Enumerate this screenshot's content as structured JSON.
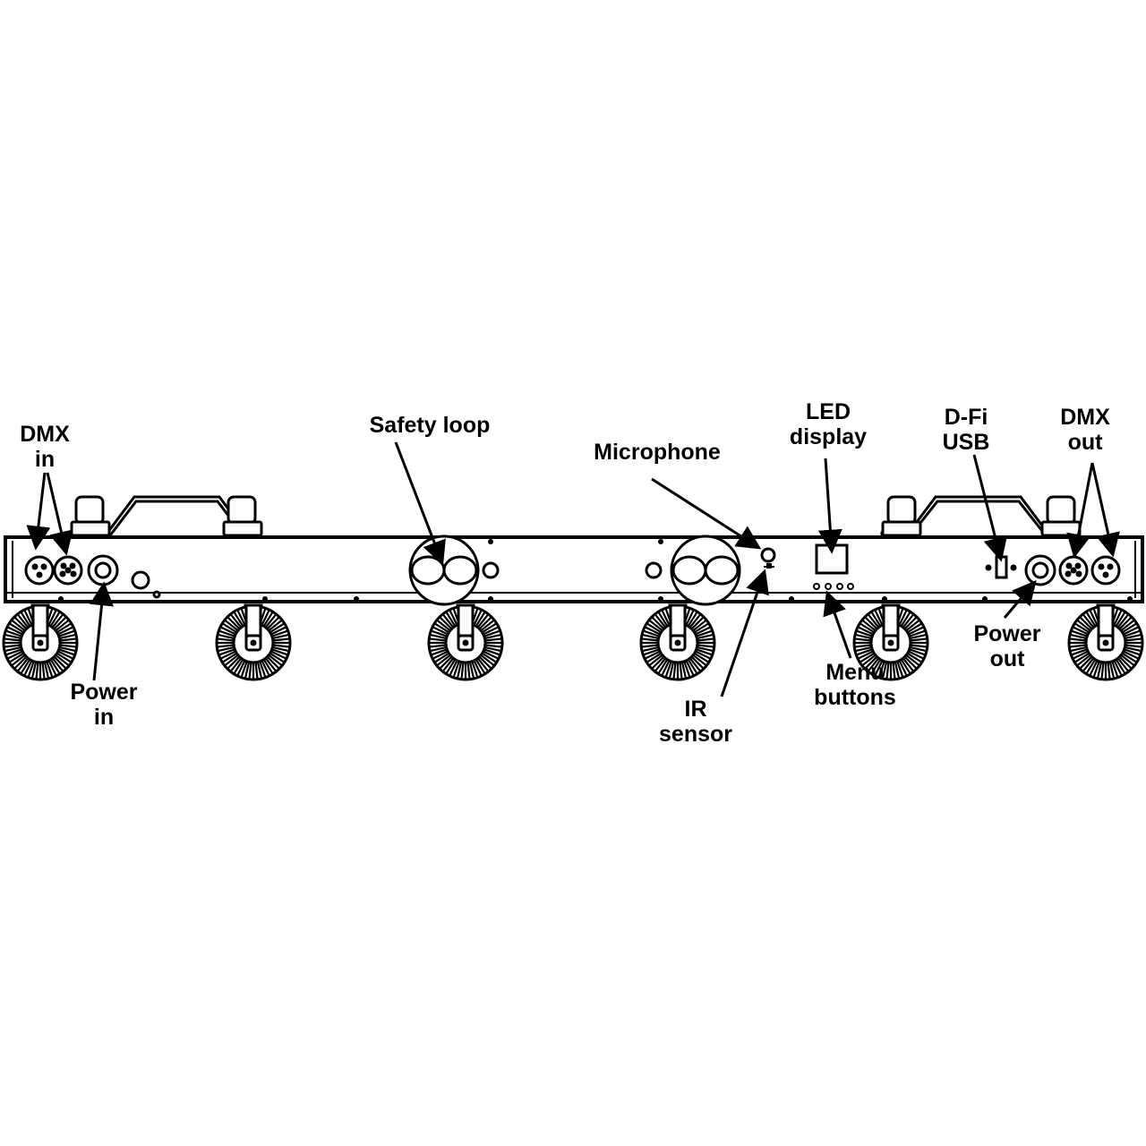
{
  "labels": {
    "dmx_in": [
      "DMX",
      "in"
    ],
    "safety_loop": [
      "Safety loop"
    ],
    "microphone": [
      "Microphone"
    ],
    "led_display": [
      "LED",
      "display"
    ],
    "dfi_usb": [
      "D-Fi",
      "USB"
    ],
    "dmx_out": [
      "DMX",
      "out"
    ],
    "power_in": [
      "Power",
      "in"
    ],
    "ir_sensor": [
      "IR",
      "sensor"
    ],
    "menu_buttons": [
      "Menu",
      "buttons"
    ],
    "power_out": [
      "Power",
      "out"
    ]
  },
  "colors": {
    "ink": "#000000",
    "paper": "#ffffff"
  }
}
